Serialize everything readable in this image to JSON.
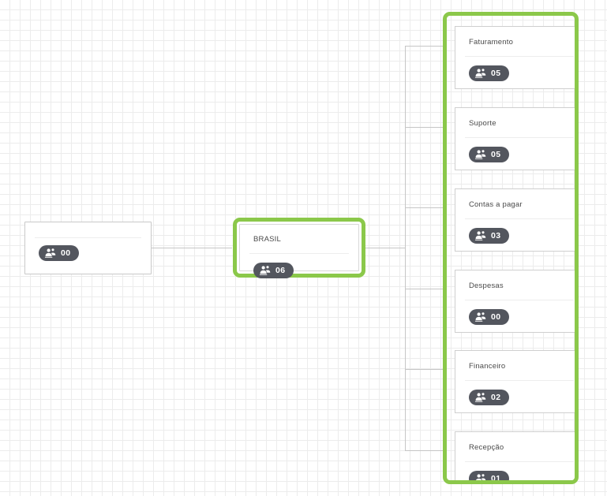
{
  "canvas": {
    "label": "org-chart-canvas",
    "grid": true,
    "grid_color": "#ececec",
    "background": "#ffffff"
  },
  "theme": {
    "selection_green": "#8bc84a",
    "badge_background": "#53565e",
    "badge_text": "#ffffff",
    "node_border": "#c9c9c9",
    "connector": "#c6c6c6",
    "title_color": "#4a4a4a"
  },
  "nodes": {
    "root": {
      "title": "",
      "count": "00",
      "icon": "users-icon",
      "selected": false
    },
    "country": {
      "title": "BRASIL",
      "count": "06",
      "icon": "users-icon",
      "selected": true
    }
  },
  "departments": {
    "selected": true,
    "items": [
      {
        "title": "Faturamento",
        "count": "05",
        "icon": "users-icon"
      },
      {
        "title": "Suporte",
        "count": "05",
        "icon": "users-icon"
      },
      {
        "title": "Contas a pagar",
        "count": "03",
        "icon": "users-icon"
      },
      {
        "title": "Despesas",
        "count": "00",
        "icon": "users-icon"
      },
      {
        "title": "Financeiro",
        "count": "02",
        "icon": "users-icon"
      },
      {
        "title": "Recepção",
        "count": "01",
        "icon": "users-icon"
      }
    ]
  }
}
